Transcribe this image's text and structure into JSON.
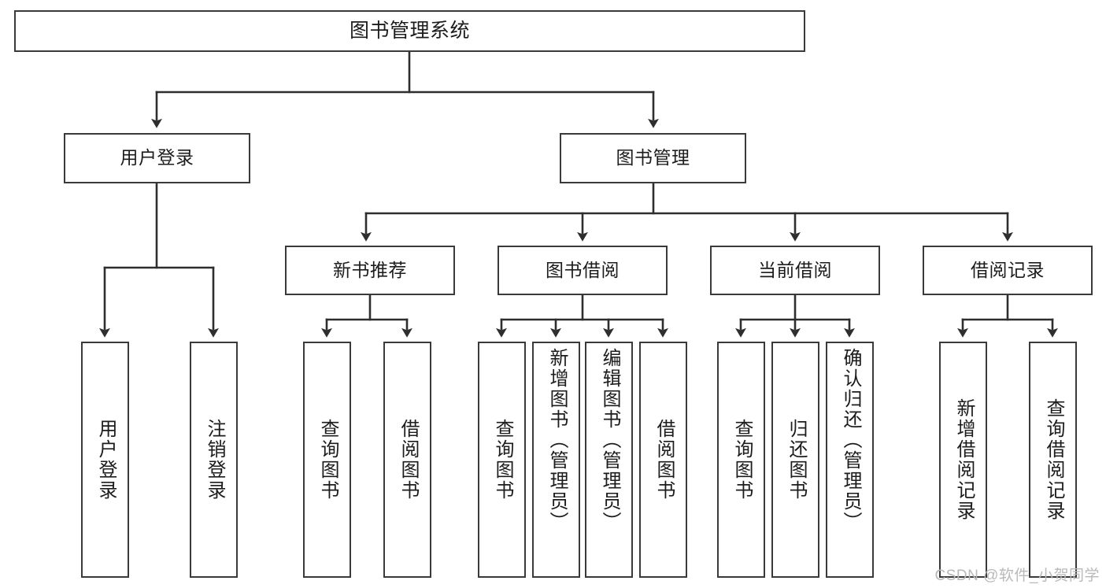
{
  "diagram": {
    "title": "图书管理系统",
    "type": "tree",
    "root": {
      "label": "图书管理系统"
    },
    "level2": [
      {
        "label": "用户登录"
      },
      {
        "label": "图书管理"
      }
    ],
    "level3": [
      {
        "label": "新书推荐"
      },
      {
        "label": "图书借阅"
      },
      {
        "label": "当前借阅"
      },
      {
        "label": "借阅记录"
      }
    ],
    "leaves": {
      "user_login": [
        {
          "label": "用户登录"
        },
        {
          "label": "注销登录"
        }
      ],
      "new_book_recommend": [
        {
          "label": "查询图书"
        },
        {
          "label": "借阅图书"
        }
      ],
      "book_borrow": [
        {
          "label": "查询图书"
        },
        {
          "label": "新增图书（管理员）"
        },
        {
          "label": "编辑图书（管理员）"
        },
        {
          "label": "借阅图书"
        }
      ],
      "current_borrow": [
        {
          "label": "查询图书"
        },
        {
          "label": "归还图书"
        },
        {
          "label": "确认归还（管理员）"
        }
      ],
      "borrow_record": [
        {
          "label": "新增借阅记录"
        },
        {
          "label": "查询借阅记录"
        }
      ]
    }
  },
  "watermark": {
    "text": "CSDN @软件_小贺同学"
  },
  "colors": {
    "stroke": "#3a3a3a",
    "text": "#1c1c1c",
    "background": "#ffffff",
    "watermark": "#b9b9b9"
  }
}
